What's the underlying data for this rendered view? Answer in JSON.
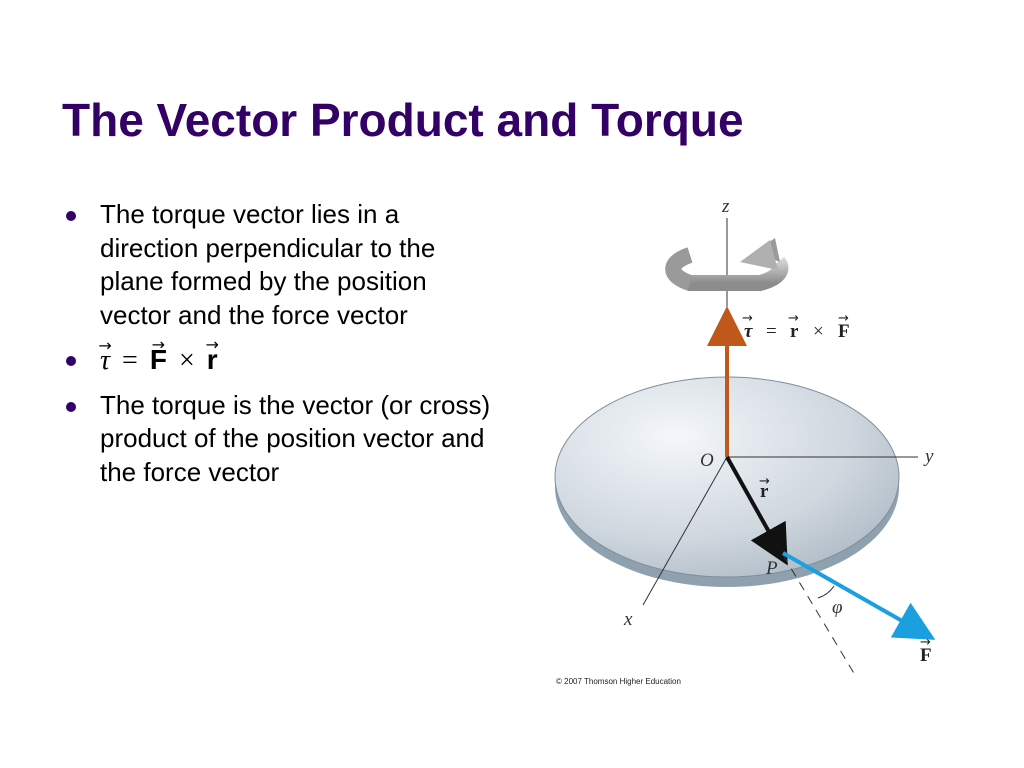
{
  "slide": {
    "title": "The Vector Product and Torque",
    "bullets": [
      "The torque vector lies in a direction perpendicular to the plane formed by the position vector and the force vector",
      "The torque is the vector (or cross) product of the position vector and the force vector"
    ],
    "formula": {
      "lhs": "τ",
      "equals": "=",
      "f": "F",
      "times": "×",
      "r": "r"
    }
  },
  "figure": {
    "axis_z": "z",
    "axis_y": "y",
    "axis_x": "x",
    "origin": "O",
    "point": "P",
    "angle": "φ",
    "r_label": "r",
    "f_label": "F",
    "eq_tau": "τ",
    "eq_equals": "=",
    "eq_r": "r",
    "eq_times": "×",
    "eq_f": "F",
    "credit": "© 2007 Thomson Higher Education",
    "colors": {
      "torque": "#c0581c",
      "force": "#1aa0e0",
      "position": "#111111",
      "title": "#330066"
    }
  }
}
